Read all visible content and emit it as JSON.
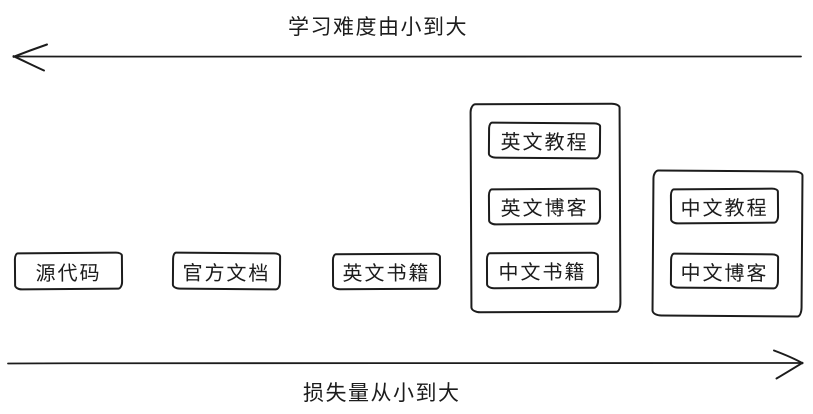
{
  "diagram": {
    "top_axis": {
      "label": "学习难度由小到大",
      "direction": "left"
    },
    "bottom_axis": {
      "label": "损失量从小到大",
      "direction": "right"
    },
    "boxes": [
      {
        "label": "源代码"
      },
      {
        "label": "官方文档"
      },
      {
        "label": "英文书籍"
      }
    ],
    "groups": [
      {
        "items": [
          {
            "label": "英文教程"
          },
          {
            "label": "英文博客"
          },
          {
            "label": "中文书籍"
          }
        ]
      },
      {
        "items": [
          {
            "label": "中文教程"
          },
          {
            "label": "中文博客"
          }
        ]
      }
    ],
    "colors": {
      "stroke": "#1c1c1c",
      "background": "#ffffff"
    }
  }
}
